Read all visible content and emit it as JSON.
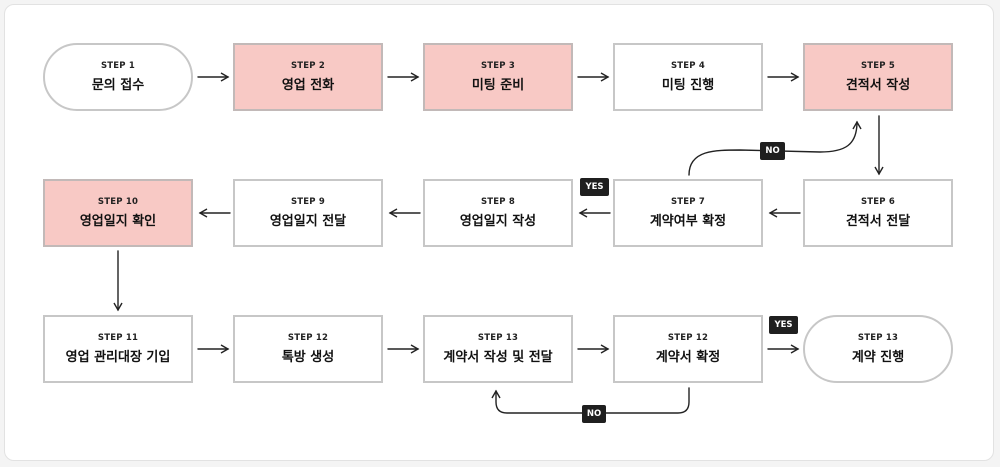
{
  "steps": [
    {
      "id": "s1",
      "step": "STEP 1",
      "label": "문의 접수"
    },
    {
      "id": "s2",
      "step": "STEP 2",
      "label": "영업 전화"
    },
    {
      "id": "s3",
      "step": "STEP 3",
      "label": "미팅 준비"
    },
    {
      "id": "s4",
      "step": "STEP 4",
      "label": "미팅 진행"
    },
    {
      "id": "s5",
      "step": "STEP 5",
      "label": "견적서 작성"
    },
    {
      "id": "s6",
      "step": "STEP 6",
      "label": "견적서 전달"
    },
    {
      "id": "s7",
      "step": "STEP 7",
      "label": "계약여부 확정"
    },
    {
      "id": "s8",
      "step": "STEP 8",
      "label": "영업일지 작성"
    },
    {
      "id": "s9",
      "step": "STEP 9",
      "label": "영업일지 전달"
    },
    {
      "id": "s10",
      "step": "STEP 10",
      "label": "영업일지 확인"
    },
    {
      "id": "s11",
      "step": "STEP 11",
      "label": "영업 관리대장 기입"
    },
    {
      "id": "s12",
      "step": "STEP 12",
      "label": "톡방 생성"
    },
    {
      "id": "s13",
      "step": "STEP 13",
      "label": "계약서 작성 및 전달"
    },
    {
      "id": "s14",
      "step": "STEP 12",
      "label": "계약서 확정"
    },
    {
      "id": "s15",
      "step": "STEP 13",
      "label": "계약 진행"
    }
  ],
  "badges": {
    "no_top": "NO",
    "yes_mid": "YES",
    "yes_bottom": "YES",
    "no_bottom": "NO"
  },
  "colors": {
    "highlight": "#f8c9c5",
    "border": "#c7c7c7",
    "arrow": "#222222",
    "badge": "#1f1f1f"
  }
}
